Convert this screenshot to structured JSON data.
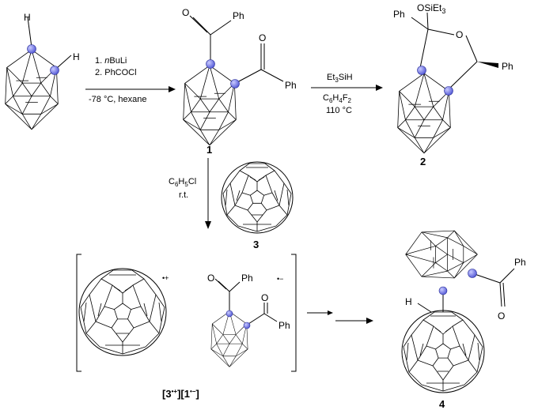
{
  "colors": {
    "ink": "#000000",
    "carbon_atom": "#6a6fe0",
    "carbon_atom_highlight": "#c9cbff",
    "background": "#ffffff"
  },
  "start": {
    "h_top": "H",
    "h_right": "H"
  },
  "step1": {
    "line1": "1. nBuLi",
    "line1_prefix": "1. ",
    "line1_italic": "n",
    "line1_rest": "BuLi",
    "line2": "2. PhCOCl",
    "line3": "-78 °C, hexane"
  },
  "compound1": {
    "ph_top": "Ph",
    "o_top": "O",
    "o_right": "O",
    "ph_right": "Ph",
    "label": "1"
  },
  "step2": {
    "line1": "Et3SiH",
    "line1_base": "Et",
    "line1_sub": "3",
    "line1_end": "SiH",
    "line2": "C6H4F2",
    "line2_a": "C",
    "line2_s1": "6",
    "line2_b": "H",
    "line2_s2": "4",
    "line2_c": "F",
    "line2_s3": "2",
    "line3": "110 °C"
  },
  "compound2": {
    "ph_left": "Ph",
    "osi": "OSiEt3",
    "osi_base": "OSiEt",
    "osi_sub": "3",
    "o_ring": "O",
    "ph_right": "Ph",
    "label": "2"
  },
  "step3": {
    "line1": "C6H5Cl",
    "line1_a": "C",
    "line1_s1": "6",
    "line1_b": "H",
    "line1_s2": "5",
    "line1_c": "Cl",
    "line2": "r.t."
  },
  "compound3": {
    "label": "3"
  },
  "salt": {
    "cation_mark": "•+",
    "anion_mark": "•−",
    "ph_top": "Ph",
    "o": "O",
    "ph_right": "Ph",
    "label": "[3•+][1•−]",
    "l_open": "[",
    "l_3": "3",
    "l_dot": "•+",
    "l_mid": "][",
    "l_1": "1",
    "l_dot2": "•−",
    "l_close": "]"
  },
  "compound4": {
    "ph": "Ph",
    "o": "O",
    "h": "H",
    "label": "4"
  }
}
